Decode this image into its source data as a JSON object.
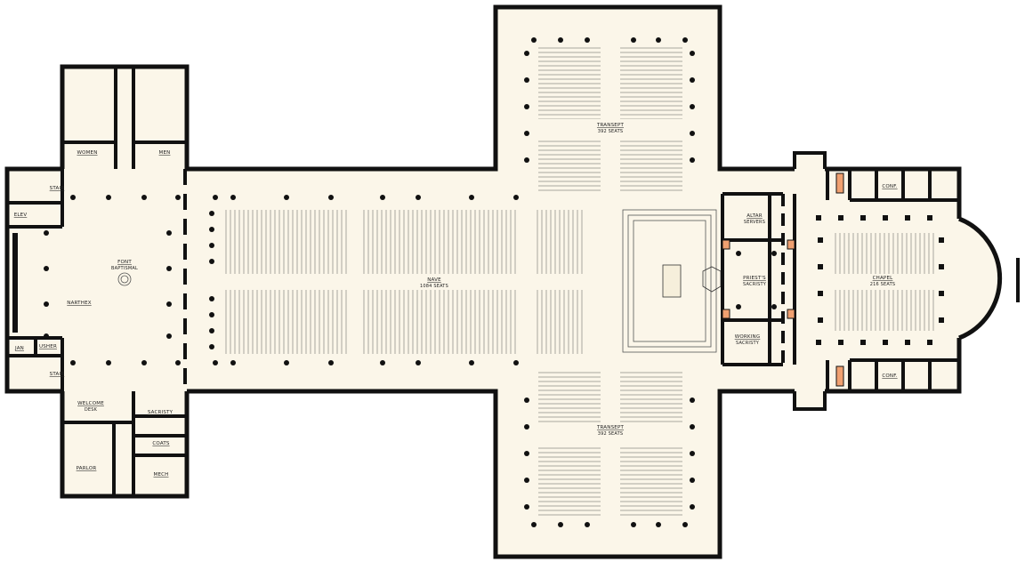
{
  "colors": {
    "wall": "#111111",
    "floor": "#fbf6e9",
    "pew": "#9a9a95",
    "accent": "#f0a070",
    "background": "#ffffff"
  },
  "rooms": {
    "nave": {
      "name": "NAVE",
      "seats": "1084 SEATS"
    },
    "transept_north": {
      "name": "TRANSEPT",
      "seats": "392 SEATS"
    },
    "transept_south": {
      "name": "TRANSEPT",
      "seats": "392 SEATS"
    },
    "chapel": {
      "name": "CHAPEL",
      "seats": "216 SEATS"
    },
    "narthex": {
      "name": "NARTHEX"
    },
    "font": {
      "name": "FONT",
      "sub": "BAPTISMAL"
    },
    "women": {
      "name": "WOMEN"
    },
    "men": {
      "name": "MEN"
    },
    "stair_top": {
      "name": "STAIR"
    },
    "stair_bottom": {
      "name": "STAIR"
    },
    "elev": {
      "name": "ELEV"
    },
    "jan": {
      "name": "JAN"
    },
    "usher": {
      "name": "USHER"
    },
    "welcome": {
      "name": "WELCOME",
      "sub": "DESK"
    },
    "parlor": {
      "name": "PARLOR"
    },
    "sacristy": {
      "name": "SACRISTY"
    },
    "coats": {
      "name": "COATS"
    },
    "mech": {
      "name": "MECH"
    },
    "altar_servers": {
      "name": "ALTAR",
      "sub": "SERVERS"
    },
    "priests_sacristy": {
      "name": "PRIEST'S",
      "sub": "SACRISTY"
    },
    "working_sacristy": {
      "name": "WORKING",
      "sub": "SACRISTY"
    },
    "conf_top": {
      "name": "CONF."
    },
    "conf_bottom": {
      "name": "CONF."
    }
  }
}
